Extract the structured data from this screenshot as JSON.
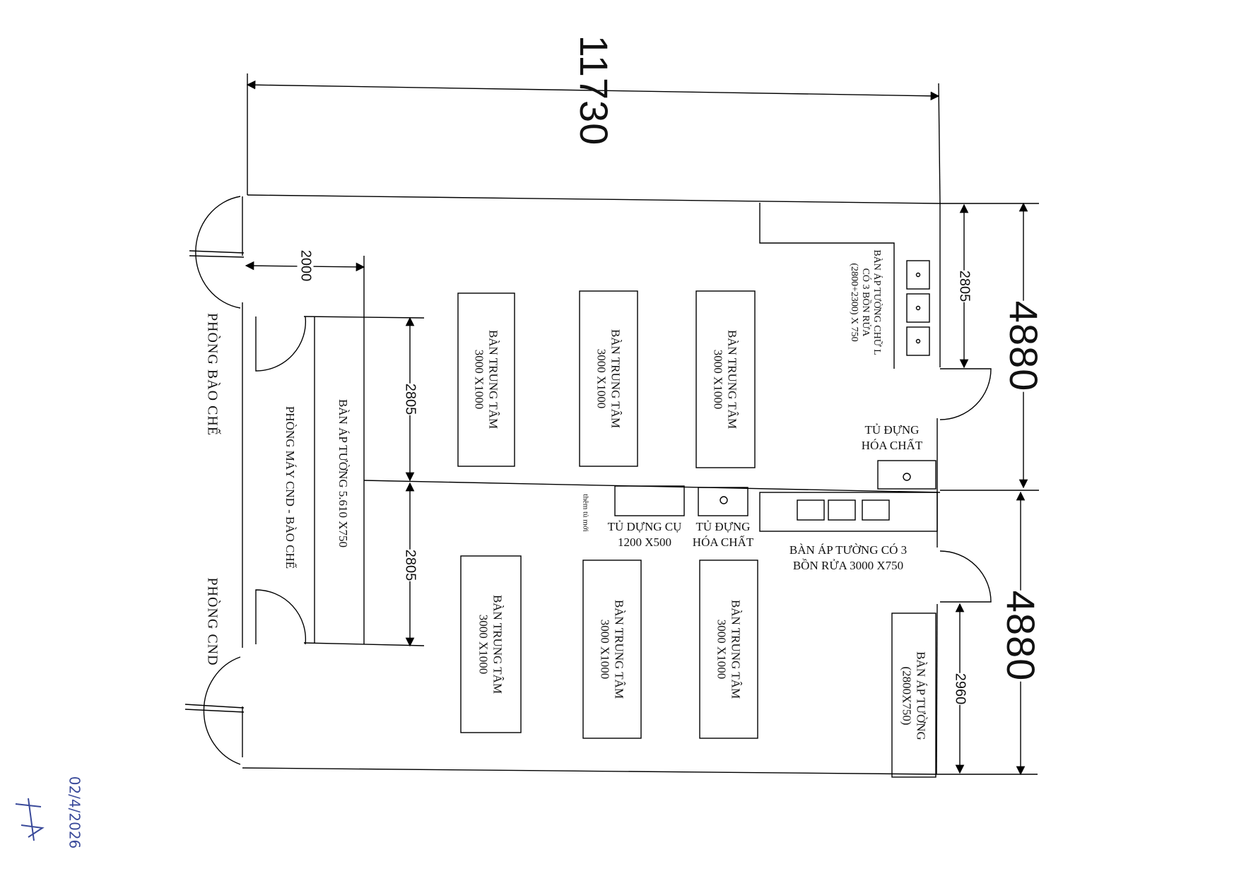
{
  "dimensions": {
    "total_length": "11730",
    "width_top": "4880",
    "width_bottom": "4880",
    "door_offset": "2000",
    "left_bench_upper": "2805",
    "left_bench_lower": "2805",
    "right_l_bench": "2805",
    "right_bench_bottom": "2960"
  },
  "rooms": {
    "bao_che": "PHÒNG BÀO CHẾ",
    "cnd": "PHÒNG CND",
    "machine_room": "PHÒNG MÁY CND - BÀO CHẾ"
  },
  "fixtures": {
    "wall_bench_left": "BÀN ÁP TƯỜNG 5.610 X750",
    "center_table_title": "BÀN TRUNG TÂM",
    "center_table_size": "3000 X1000",
    "l_bench_line1": "BÀN ÁP TƯỜNG CHỮ L",
    "l_bench_line2": "CÓ 3 BỒN RỬA",
    "l_bench_line3": "(2800+2300) X 750",
    "chem_cabinet_line1": "TỦ ĐỰNG",
    "chem_cabinet_line2": "HÓA CHẤT",
    "tool_cabinet_line1": "TỦ DỰNG CỤ",
    "tool_cabinet_line2": "1200 X500",
    "tool_cabinet_note": "thêm tủ mới",
    "sink_bench_line1": "BÀN  ÁP TƯỜNG CÓ 3",
    "sink_bench_line2": "BỒN RỬA 3000 X750",
    "wall_bench_right_line1": "BÀN ÁP TƯỜNG",
    "wall_bench_right_line2": "(2800X750)"
  },
  "signature": {
    "date": "02/4/2026"
  }
}
